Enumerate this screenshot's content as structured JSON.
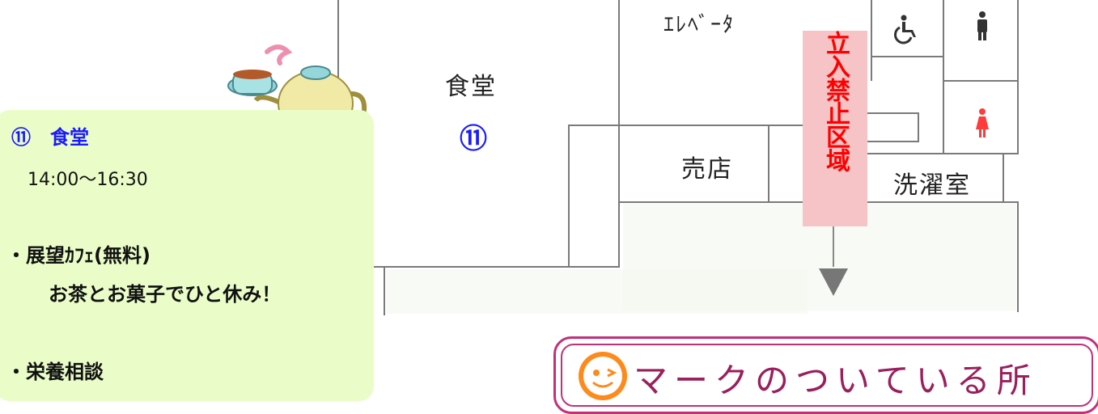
{
  "map": {
    "rooms": {
      "cafeteria": "食堂",
      "cafeteria_number": "⑪",
      "elevator": "ｴﾚﾍﾞｰﾀ",
      "shop": "売店",
      "laundry": "洗濯室",
      "restricted": "立入禁止区域"
    },
    "icons": [
      "wheelchair-icon",
      "male-restroom-icon",
      "female-restroom-icon",
      "down-arrow-icon",
      "teapot-icon"
    ],
    "colors": {
      "restricted_bg": "#f6c4c6",
      "restricted_text": "#ff0000",
      "panel_bg": "#eafdc8",
      "accent_blue": "#1a1aff",
      "legend_border": "#c2307a"
    }
  },
  "info_panel": {
    "title": "⑪　食堂",
    "hours": "14:00～16:30",
    "item1": "・展望ｶﾌｪ(無料)",
    "item1_sub": "お茶とお菓子でひと休み！",
    "item2": "・栄養相談"
  },
  "legend": {
    "text": "マークのついている所",
    "icon": "smiley-wink-icon"
  }
}
